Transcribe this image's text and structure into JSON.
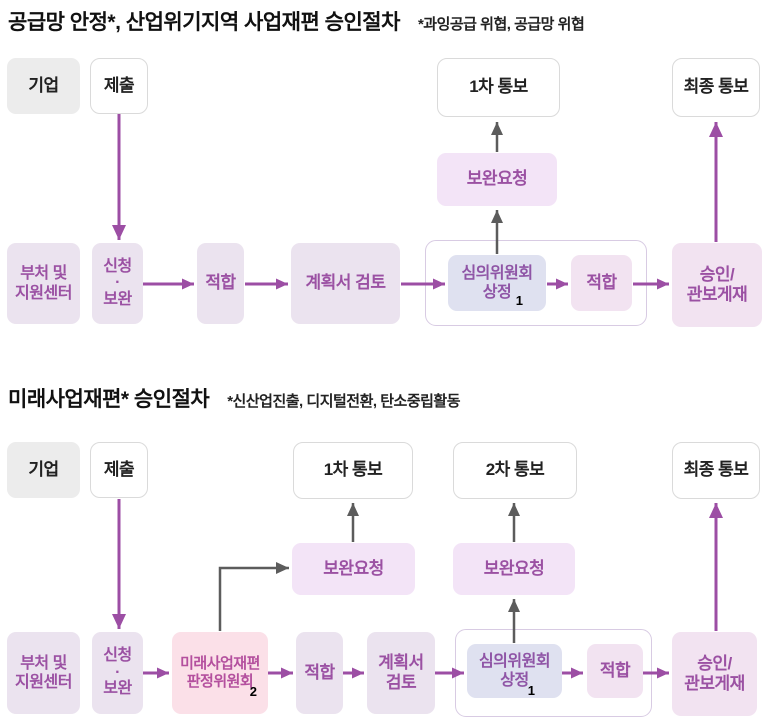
{
  "colors": {
    "accent_purple": "#9c4ea4",
    "arrow_gray": "#5c5c5c",
    "box_lavender": "#ebe3ef",
    "box_supplement": "#f3e4f7",
    "box_committee_blue": "#dfe1f0",
    "box_pink": "#fbe0e8",
    "box_pinkish": "#f2e3f1",
    "box_gray": "#ececec"
  },
  "chart1": {
    "title": "공급망 안정*, 산업위기지역 사업재편 승인절차",
    "note": "*과잉공급 위협, 공급망 위협",
    "company": "기업",
    "submit": "제출",
    "first_notice": "1차 통보",
    "final_notice": "최종 통보",
    "supplement_request": "보완요청",
    "ministry": "부처 및\n지원센터",
    "apply": "신청\n·\n보완",
    "fit_a": "적합",
    "plan_review": "계획서 검토",
    "committee": "심의위원회\n상정",
    "committee_footnote": "1",
    "fit_b": "적합",
    "approval": "승인/\n관보게재"
  },
  "chart2": {
    "title": "미래사업재편* 승인절차",
    "note": "*신산업진출, 디지털전환, 탄소중립활동",
    "company": "기업",
    "submit": "제출",
    "first_notice": "1차 통보",
    "second_notice": "2차 통보",
    "final_notice": "최종 통보",
    "supplement_request_left": "보완요청",
    "supplement_request_right": "보완요청",
    "ministry": "부처 및\n지원센터",
    "apply": "신청\n·\n보완",
    "future_committee": "미래사업재편\n판정위원회",
    "future_committee_footnote": "2",
    "fit_a": "적합",
    "plan_review": "계획서\n검토",
    "committee": "심의위원회\n상정",
    "committee_footnote": "1",
    "fit_b": "적합",
    "approval": "승인/\n관보게재"
  }
}
